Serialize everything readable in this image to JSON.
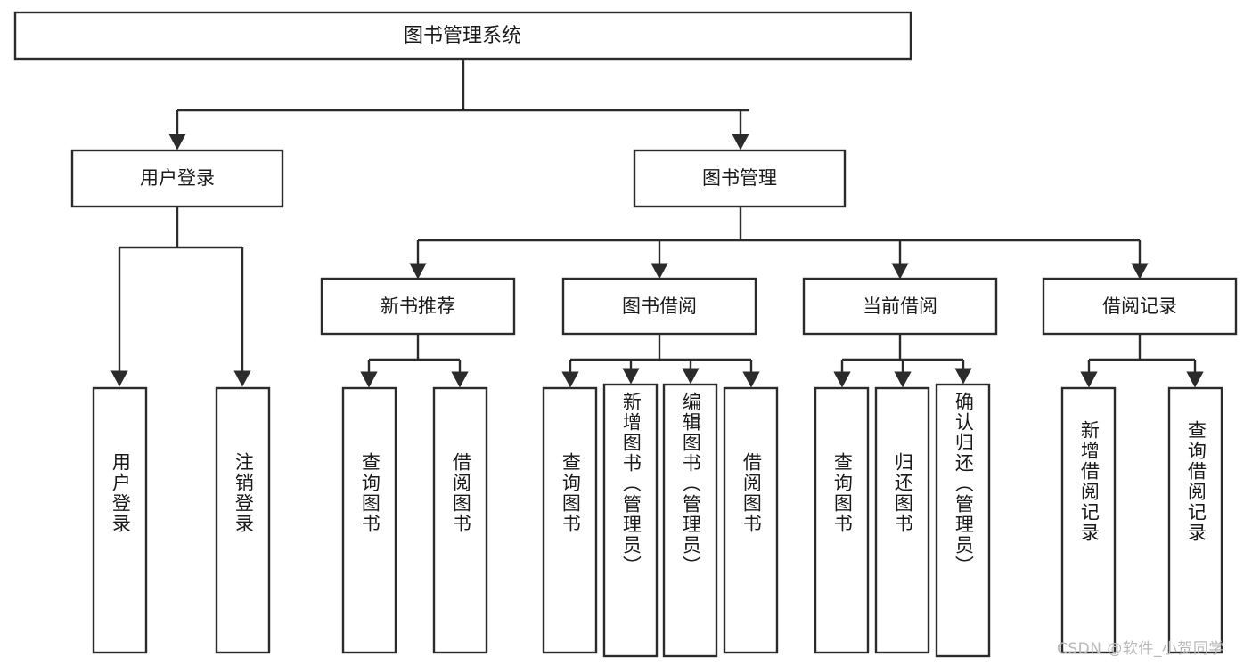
{
  "diagram": {
    "type": "tree",
    "title": "图书管理系统",
    "root": {
      "id": "root",
      "label": "图书管理系统",
      "orientation": "horizontal"
    },
    "level2": [
      {
        "id": "user-login",
        "label": "用户登录",
        "orientation": "horizontal"
      },
      {
        "id": "book-manage",
        "label": "图书管理",
        "orientation": "horizontal"
      }
    ],
    "level3": [
      {
        "id": "new-book-recommend",
        "label": "新书推荐",
        "orientation": "horizontal",
        "parent": "book-manage"
      },
      {
        "id": "book-borrow",
        "label": "图书借阅",
        "orientation": "horizontal",
        "parent": "book-manage"
      },
      {
        "id": "current-borrow",
        "label": "当前借阅",
        "orientation": "horizontal",
        "parent": "book-manage"
      },
      {
        "id": "borrow-record",
        "label": "借阅记录",
        "orientation": "horizontal",
        "parent": "book-manage"
      }
    ],
    "leaves": [
      {
        "id": "leaf-user-login",
        "label": "用户登录",
        "parent": "user-login",
        "orientation": "vertical"
      },
      {
        "id": "leaf-logout",
        "label": "注销登录",
        "parent": "user-login",
        "orientation": "vertical"
      },
      {
        "id": "leaf-query-book-1",
        "label": "查询图书",
        "parent": "new-book-recommend",
        "orientation": "vertical"
      },
      {
        "id": "leaf-borrow-book-1",
        "label": "借阅图书",
        "parent": "new-book-recommend",
        "orientation": "vertical"
      },
      {
        "id": "leaf-query-book-2",
        "label": "查询图书",
        "parent": "book-borrow",
        "orientation": "vertical"
      },
      {
        "id": "leaf-add-book",
        "label": "新增图书（管理员）",
        "parent": "book-borrow",
        "orientation": "vertical"
      },
      {
        "id": "leaf-edit-book",
        "label": "编辑图书（管理员）",
        "parent": "book-borrow",
        "orientation": "vertical"
      },
      {
        "id": "leaf-borrow-book-2",
        "label": "借阅图书",
        "parent": "book-borrow",
        "orientation": "vertical"
      },
      {
        "id": "leaf-query-book-3",
        "label": "查询图书",
        "parent": "current-borrow",
        "orientation": "vertical"
      },
      {
        "id": "leaf-return-book",
        "label": "归还图书",
        "parent": "current-borrow",
        "orientation": "vertical"
      },
      {
        "id": "leaf-confirm-return",
        "label": "确认归还（管理员）",
        "parent": "current-borrow",
        "orientation": "vertical"
      },
      {
        "id": "leaf-add-record",
        "label": "新增借阅记录",
        "parent": "borrow-record",
        "orientation": "vertical"
      },
      {
        "id": "leaf-query-record",
        "label": "查询借阅记录",
        "parent": "borrow-record",
        "orientation": "vertical"
      }
    ],
    "colors": {
      "stroke": "#2b2b2b",
      "fill": "#ffffff",
      "text": "#1a1a1a",
      "background": "#ffffff",
      "watermark": "#b9b9b9"
    }
  },
  "watermark": {
    "text": "CSDN @软件_小贺同学"
  }
}
